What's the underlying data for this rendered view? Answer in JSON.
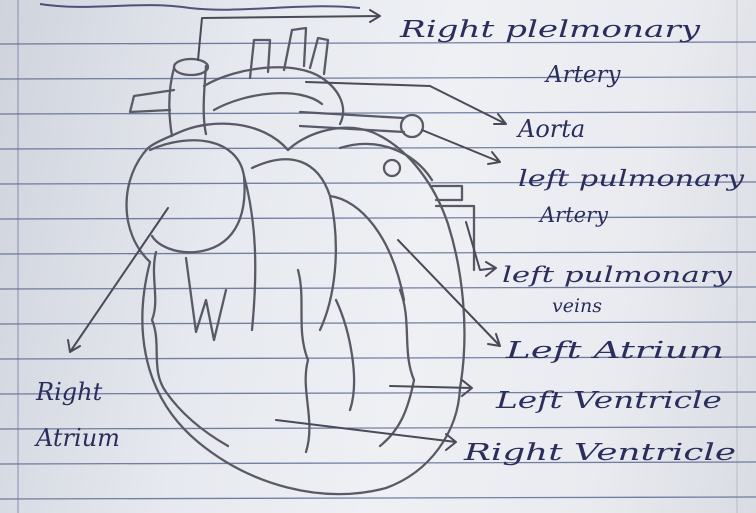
{
  "labels": {
    "right_pulmonary_artery_l1": "Right plelmonary",
    "right_pulmonary_artery_l2": "Artery",
    "aorta": "Aorta",
    "left_pulmonary_artery_l1": "left pulmonary",
    "left_pulmonary_artery_l2": "Artery",
    "left_pulmonary_veins_l1": "left pulmonary",
    "left_pulmonary_veins_l2": "veins",
    "left_atrium": "Left Atrium",
    "left_ventricle": "Left Ventricle",
    "right_ventricle": "Right Ventricle",
    "right_atrium_l1": "Right",
    "right_atrium_l2": "Atrium"
  },
  "colors": {
    "ink": "#2b2e5c",
    "pencil": "#5a5a66",
    "ruled_line": "#4d5a86",
    "margin_line": "#6a6f9a"
  }
}
